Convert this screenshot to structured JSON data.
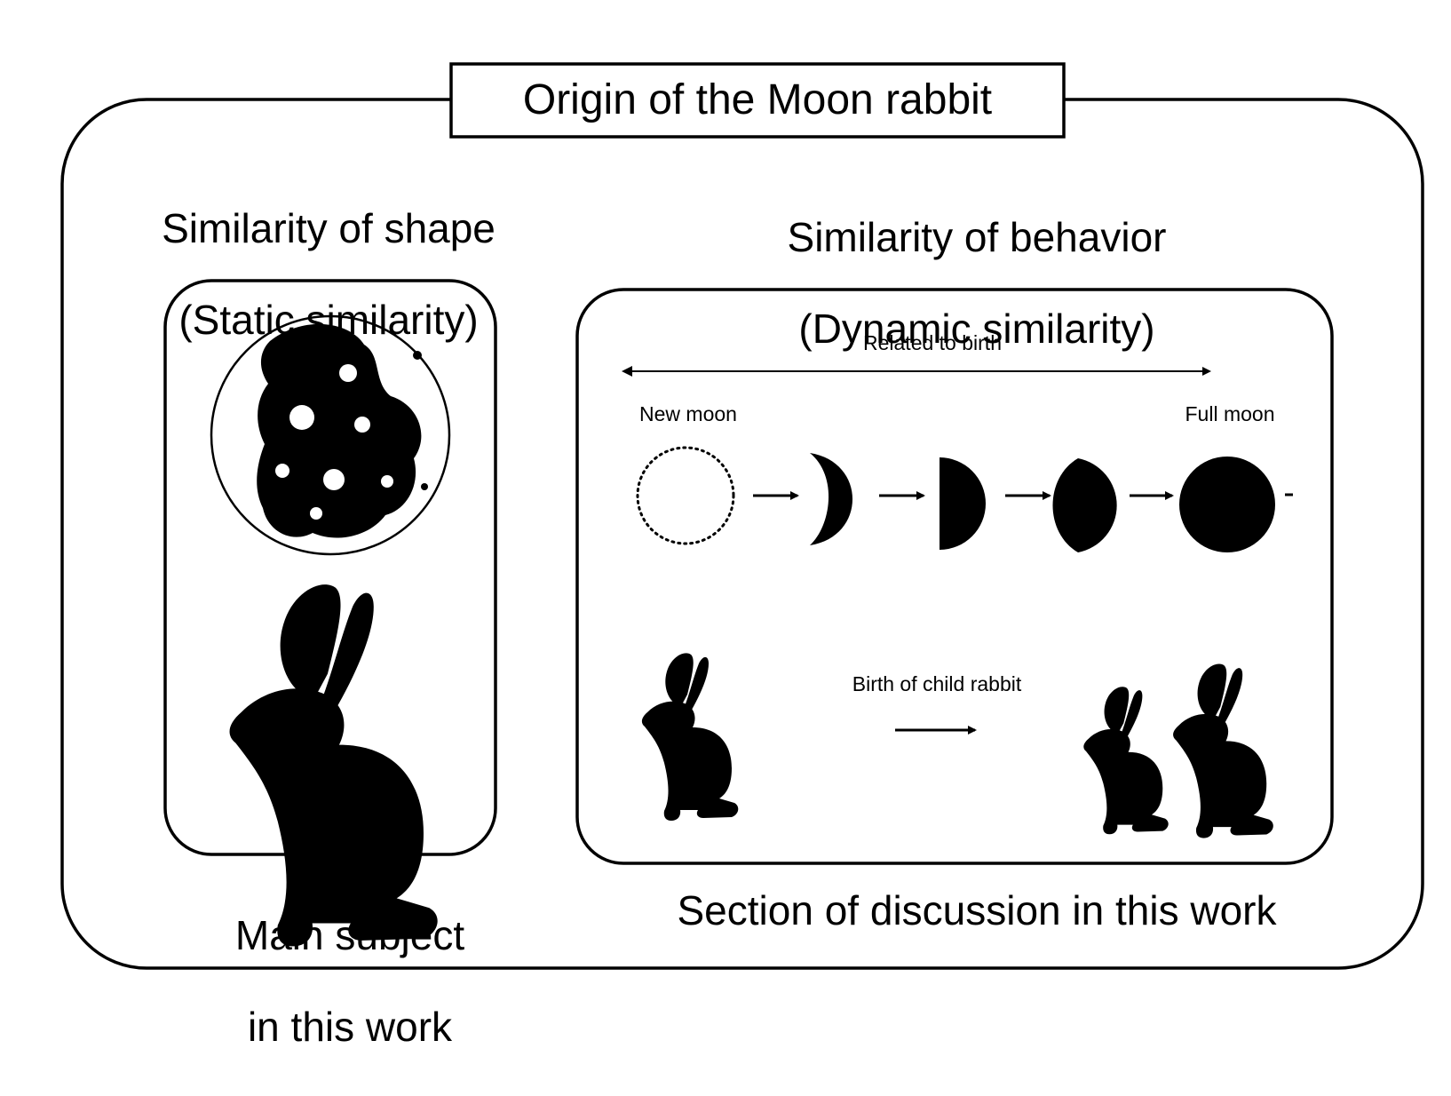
{
  "title": "Origin of the Moon rabbit",
  "shape": {
    "heading_line1": "Similarity of shape",
    "heading_line2": "(Static similarity)",
    "caption_line1": "Main subject",
    "caption_line2": "in this work"
  },
  "behavior": {
    "heading_line1": "Similarity of behavior",
    "heading_line2": "(Dynamic similarity)",
    "birth_range_label": "Related to birth",
    "new_moon_label": "New moon",
    "full_moon_label": "Full moon",
    "moon_phases": [
      "new-moon",
      "waxing-crescent",
      "first-quarter",
      "waxing-gibbous",
      "full-moon"
    ],
    "child_birth_label": "Birth of child rabbit",
    "caption": "Section of discussion in this work"
  },
  "icons": {
    "moon": "moon-surface-icon",
    "rabbit": "rabbit-silhouette-icon",
    "arrow": "right-arrow-icon"
  },
  "colors": {
    "ink": "#000000",
    "paper": "#ffffff"
  }
}
